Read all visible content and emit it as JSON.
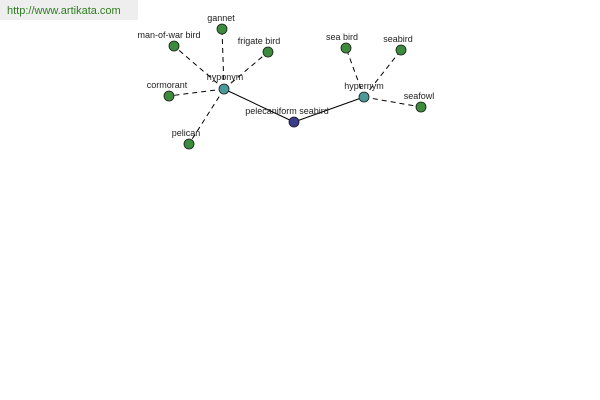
{
  "site_url": "http://www.artikata.com",
  "graph": {
    "nodes": [
      {
        "id": "center",
        "label": "pelecaniform seabird",
        "role": "center",
        "color": "#3c3c8c"
      },
      {
        "id": "hyponym",
        "label": "hyponym",
        "role": "relation",
        "color": "#4a9a9a"
      },
      {
        "id": "hypernym",
        "label": "hypernym",
        "role": "relation",
        "color": "#4a9a9a"
      },
      {
        "id": "man-of-war-bird",
        "label": "man-of-war bird",
        "role": "leaf",
        "color": "#3d8c3d"
      },
      {
        "id": "gannet",
        "label": "gannet",
        "role": "leaf",
        "color": "#3d8c3d"
      },
      {
        "id": "frigate-bird",
        "label": "frigate bird",
        "role": "leaf",
        "color": "#3d8c3d"
      },
      {
        "id": "cormorant",
        "label": "cormorant",
        "role": "leaf",
        "color": "#3d8c3d"
      },
      {
        "id": "pelican",
        "label": "pelican",
        "role": "leaf",
        "color": "#3d8c3d"
      },
      {
        "id": "sea-bird",
        "label": "sea bird",
        "role": "leaf",
        "color": "#3d8c3d"
      },
      {
        "id": "seabird",
        "label": "seabird",
        "role": "leaf",
        "color": "#3d8c3d"
      },
      {
        "id": "seafowl",
        "label": "seafowl",
        "role": "leaf",
        "color": "#3d8c3d"
      }
    ],
    "edges": [
      {
        "from": "center",
        "to": "hyponym",
        "style": "solid"
      },
      {
        "from": "center",
        "to": "hypernym",
        "style": "solid"
      },
      {
        "from": "hyponym",
        "to": "man-of-war-bird",
        "style": "dashed"
      },
      {
        "from": "hyponym",
        "to": "gannet",
        "style": "dashed"
      },
      {
        "from": "hyponym",
        "to": "frigate-bird",
        "style": "dashed"
      },
      {
        "from": "hyponym",
        "to": "cormorant",
        "style": "dashed"
      },
      {
        "from": "hyponym",
        "to": "pelican",
        "style": "dashed"
      },
      {
        "from": "hypernym",
        "to": "sea-bird",
        "style": "dashed"
      },
      {
        "from": "hypernym",
        "to": "seabird",
        "style": "dashed"
      },
      {
        "from": "hypernym",
        "to": "seafowl",
        "style": "dashed"
      }
    ]
  }
}
